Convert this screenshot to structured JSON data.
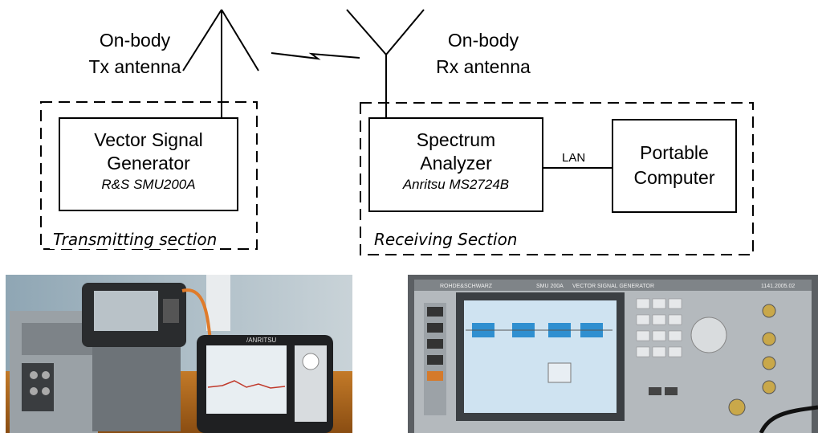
{
  "tx_antenna": {
    "line1": "On-body",
    "line2": "Tx antenna"
  },
  "rx_antenna": {
    "line1": "On-body",
    "line2": "Rx antenna"
  },
  "vsg": {
    "line1": "Vector Signal",
    "line2": "Generator",
    "model": "R&S SMU200A"
  },
  "sa": {
    "line1": "Spectrum",
    "line2": "Analyzer",
    "model": "Anritsu MS2724B"
  },
  "pc": {
    "line1": "Portable",
    "line2": "Computer"
  },
  "link_label": "LAN",
  "tx_section": "Transmitting section",
  "rx_section": "Receiving Section",
  "photos": {
    "left": {
      "brand": "/ANRITSU"
    },
    "right": {
      "brand": "ROHDE&SCHWARZ",
      "model": "SMU 200A",
      "title": "VECTOR SIGNAL GENERATOR",
      "serial": "1141.2005.02"
    }
  }
}
